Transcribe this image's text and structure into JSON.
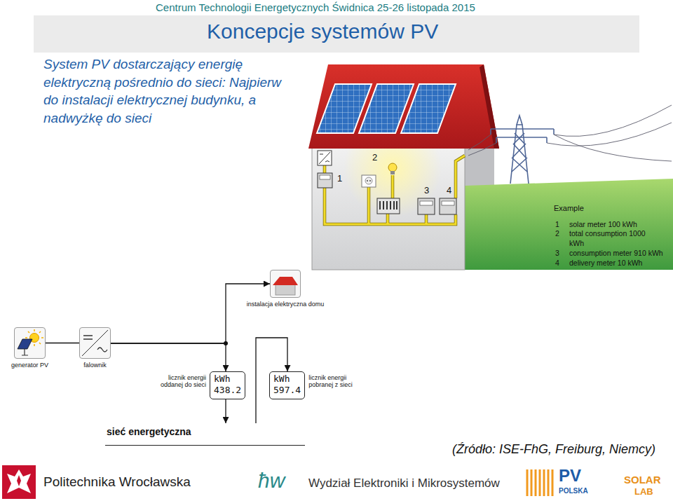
{
  "diagram": {
    "title": "Koncepcje systemów PV",
    "caption": "(Źródło: ISE-FhG, Freiburg, Niemcy)",
    "nodes": [
      {
        "text": [
          "instalacja elektryczna domu"
        ]
      },
      {
        "text": [
          "generator PV"
        ]
      },
      {
        "text": [
          "falownik"
        ]
      },
      {
        "text": [
          "licznik energii oddanej do sieci",
          "kWh",
          "438.2"
        ]
      },
      {
        "text": [
          "kWh",
          "597.4",
          "licznik energii pobranej z sieci"
        ]
      },
      {
        "text": [
          "sieć energetyczna"
        ]
      }
    ],
    "edges": [
      {
        "from": 1,
        "to": 2,
        "arrow": "none"
      },
      {
        "from": 2,
        "to": 0,
        "arrow": "to"
      },
      {
        "from": 2,
        "to": 3,
        "arrow": "to"
      },
      {
        "from": 3,
        "to": 5,
        "arrow": "to"
      },
      {
        "from": 5,
        "to": 4,
        "arrow": "to"
      }
    ],
    "labels": [
      "Centrum Technologii Energetycznych Świdnica 25-26 listopada 2015",
      "System PV dostarczający energię elektryczną pośrednio do sieci: Najpierw do instalacji elektrycznej budynku, a nadwyżkę do sieci",
      "1",
      "2",
      "3",
      "4",
      "Example",
      "1",
      "solar meter 100 kWh",
      "2",
      "total consumption 1000 kWh",
      "3",
      "consumption meter 910 kWh",
      "4",
      "delivery meter 10 kWh",
      "Politechnika Wrocławska",
      "ħw",
      "Wydział Elektroniki i Mikrosystemów",
      "PV",
      "POLSKA",
      "SOLAR",
      "LAB"
    ]
  }
}
